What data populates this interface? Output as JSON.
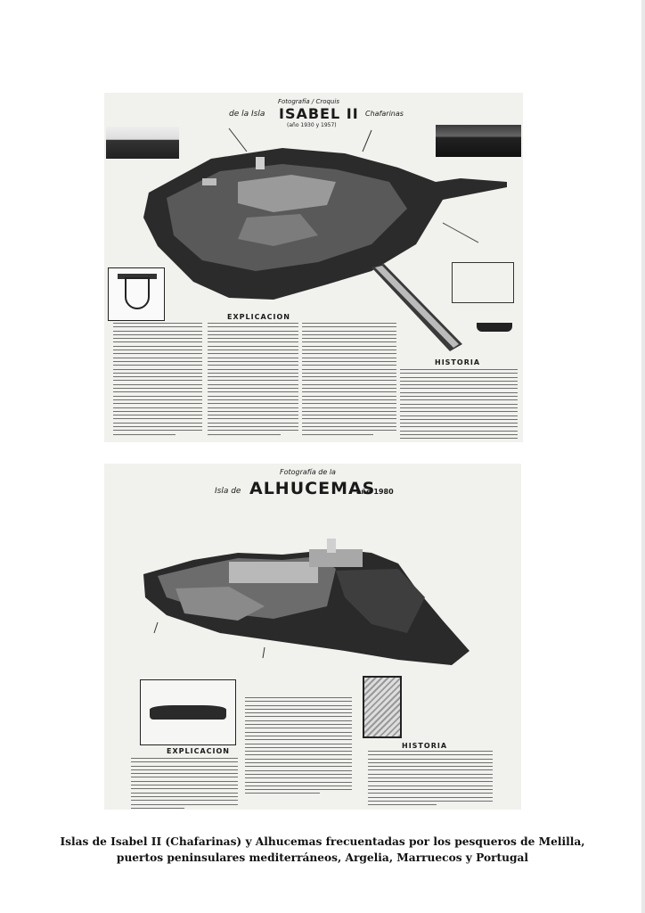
{
  "plate_top": {
    "photo_label": "Fotografía / Croquis",
    "title_prefix": "de la Isla",
    "title_name": "ISABEL II",
    "title_suffix": "Chafarinas",
    "title_dates": "(año 1930 y 1957)",
    "explicacion_heading": "EXPLICACION",
    "historia_heading": "HISTORIA"
  },
  "plate_bottom": {
    "photo_label": "Fotografía de la",
    "title_prefix": "Isla de",
    "title_name": "ALHUCEMAS",
    "title_suffix": "año 1980",
    "explicacion_heading": "EXPLICACION",
    "historia_heading": "HISTORIA"
  },
  "caption": {
    "line1": "Islas de Isabel II (Chafarinas) y Alhucemas frecuentadas por los pesqueros de Melilla,",
    "line2": "puertos peninsulares mediterráneos, Argelia, Marruecos y Portugal"
  }
}
